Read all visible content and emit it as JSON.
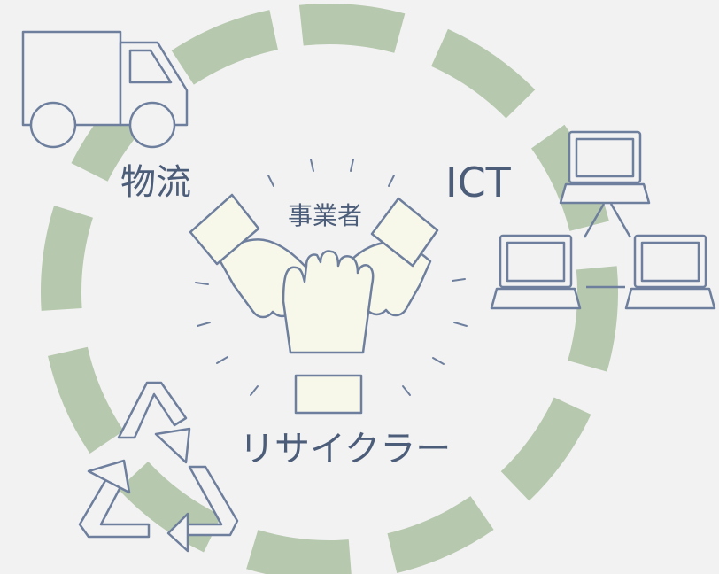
{
  "labels": {
    "logistics": "物流",
    "ict": "ICT",
    "business": "事業者",
    "recycler": "リサイクラー"
  },
  "colors": {
    "background": "#f2f2f2",
    "cycle_ring": "#b6c8ae",
    "icon_stroke": "#6e7f9e",
    "icon_fill": "#f7f7ea",
    "text": "#4c5d7a"
  },
  "icons": [
    "truck-icon",
    "laptop-network-icon",
    "recycle-icon",
    "joined-hands-icon"
  ]
}
